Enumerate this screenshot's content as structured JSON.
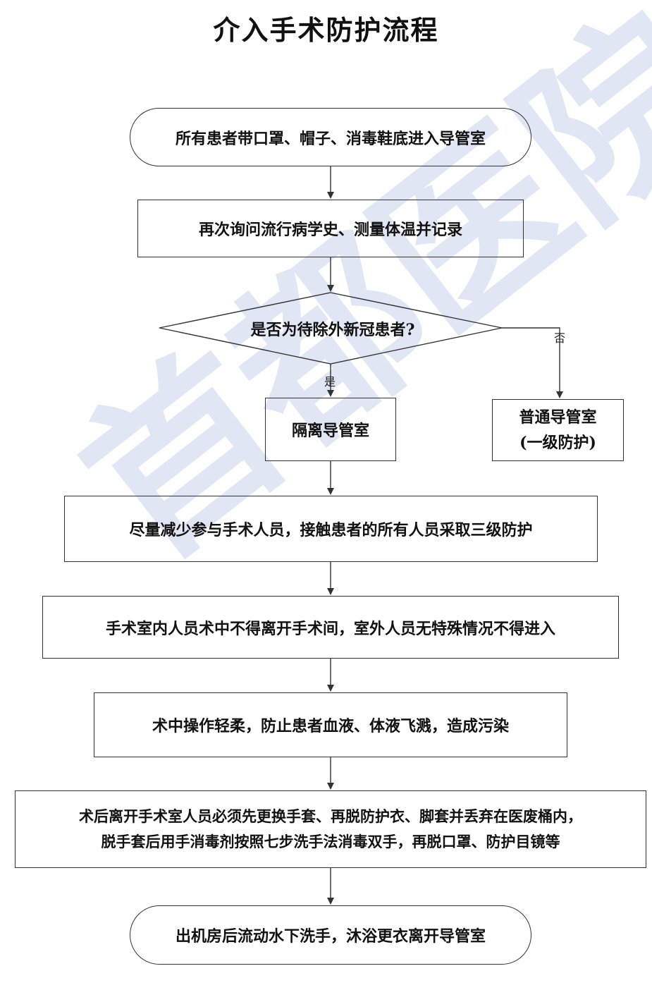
{
  "title": "介入手术防护流程",
  "nodes": {
    "start": "所有患者带口罩、帽子、消毒鞋底进入导管室",
    "inquiry": "再次询问流行病学史、测量体温并记录",
    "decision": "是否为待除外新冠患者?",
    "isolation": "隔离导管室",
    "normal_line1": "普通导管室",
    "normal_line2": "(一级防护)",
    "minimize": "尽量减少参与手术人员，接触患者的所有人员采取三级防护",
    "no_leave": "手术室内人员术中不得离开手术间，室外人员无特殊情况不得进入",
    "gentle": "术中操作轻柔，防止患者血液、体液飞溅，造成污染",
    "post_line1": "术后离开手术室人员必须先更换手套、再脱防护衣、脚套并丢弃在医废桶内，",
    "post_line2": "脱手套后用手消毒剂按照七步洗手法消毒双手，再脱口罩、防护目镜等",
    "end": "出机房后流动水下洗手，沐浴更衣离开导管室"
  },
  "edge_labels": {
    "yes": "是",
    "no": "否"
  },
  "colors": {
    "line": "#333333",
    "watermark": "#c7d2ec"
  }
}
